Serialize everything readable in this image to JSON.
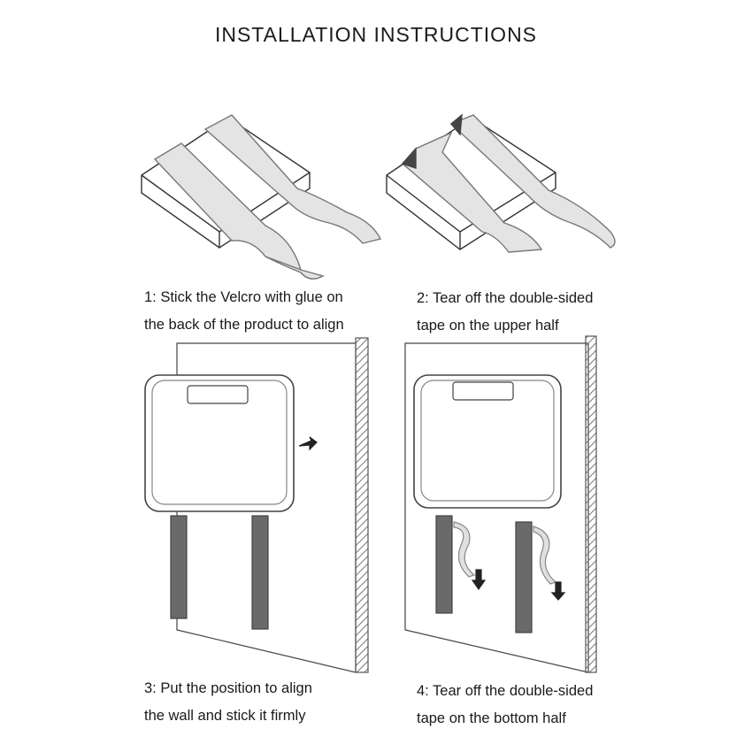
{
  "title": "INSTALLATION INSTRUCTIONS",
  "steps": [
    {
      "line1": "1: Stick the Velcro with glue on",
      "line2": "the back of the product to align"
    },
    {
      "line1": "2: Tear off the double-sided",
      "line2": "tape on the upper half"
    },
    {
      "line1": "3: Put the position to align",
      "line2": "the wall and stick it firmly"
    },
    {
      "line1": "4: Tear off the double-sided",
      "line2": "tape on the bottom half"
    }
  ]
}
